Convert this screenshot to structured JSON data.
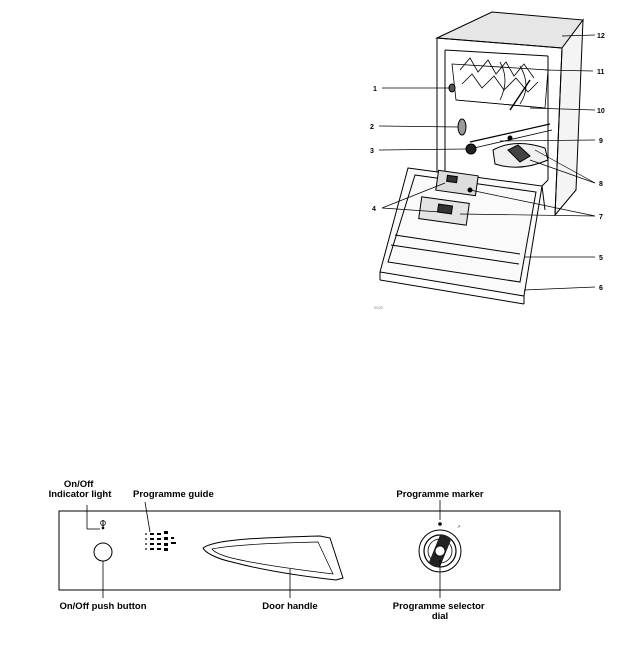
{
  "dishwasher_figure": {
    "callouts": [
      "1",
      "2",
      "3",
      "4",
      "5",
      "6",
      "7",
      "8",
      "9",
      "10",
      "11",
      "12"
    ],
    "figure_code": "0020"
  },
  "control_panel": {
    "labels": {
      "on_off_indicator_light": "On/Off\nIndicator light",
      "programme_guide": "Programme guide",
      "programme_marker": "Programme marker",
      "on_off_push_button": "On/Off push button",
      "door_handle": "Door handle",
      "programme_selector_dial": "Programme selector\ndial"
    }
  }
}
